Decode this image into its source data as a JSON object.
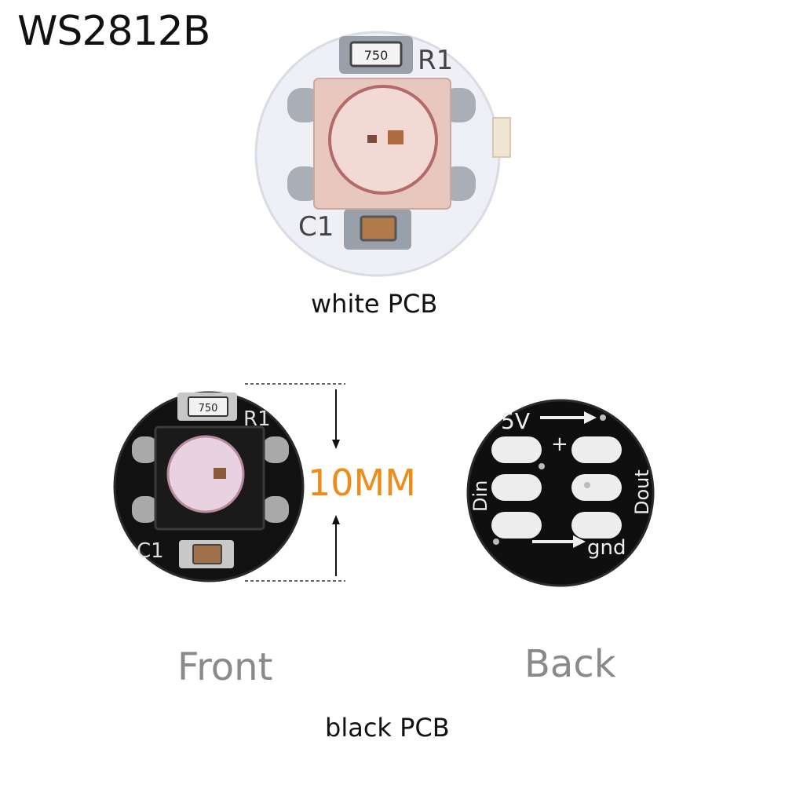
{
  "title": "WS2812B",
  "white_board": {
    "caption": "white PCB",
    "resistor_value": "750",
    "resistor_ref": "R1",
    "capacitor_ref": "C1"
  },
  "black_board": {
    "caption": "black PCB",
    "front_label": "Front",
    "back_label": "Back",
    "dimension_label": "10MM",
    "resistor_value": "750",
    "resistor_ref": "R1",
    "capacitor_ref": "C1",
    "back_silkscreen": {
      "top_label": "5V",
      "plus_label": "+",
      "left_label": "Din",
      "right_label": "Dout",
      "bottom_label": "gnd"
    }
  },
  "colors": {
    "dimension_accent": "#f28a18",
    "caption_gray": "#8a8a8a"
  }
}
